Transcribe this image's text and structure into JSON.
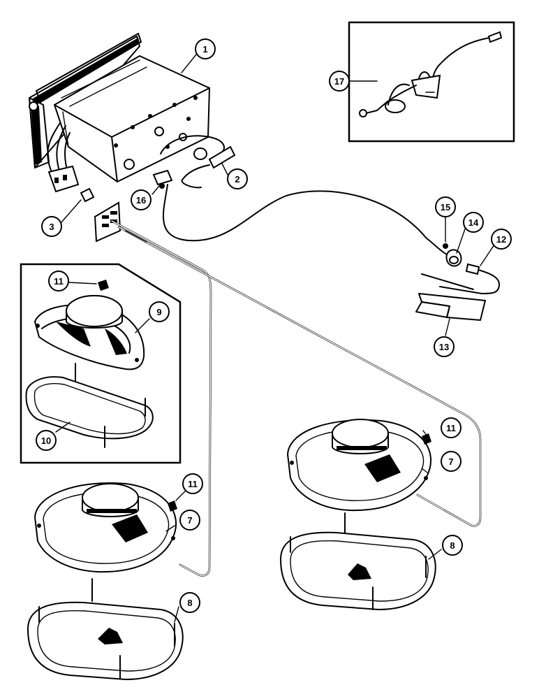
{
  "callouts": [
    {
      "id": "callout-1",
      "label": "1"
    },
    {
      "id": "callout-2",
      "label": "2"
    },
    {
      "id": "callout-3",
      "label": "3"
    },
    {
      "id": "callout-7a",
      "label": "7"
    },
    {
      "id": "callout-7b",
      "label": "7"
    },
    {
      "id": "callout-8a",
      "label": "8"
    },
    {
      "id": "callout-8b",
      "label": "8"
    },
    {
      "id": "callout-9",
      "label": "9"
    },
    {
      "id": "callout-10",
      "label": "10"
    },
    {
      "id": "callout-11a",
      "label": "11"
    },
    {
      "id": "callout-11b",
      "label": "11"
    },
    {
      "id": "callout-11c",
      "label": "11"
    },
    {
      "id": "callout-12",
      "label": "12"
    },
    {
      "id": "callout-13",
      "label": "13"
    },
    {
      "id": "callout-14",
      "label": "14"
    },
    {
      "id": "callout-15",
      "label": "15"
    },
    {
      "id": "callout-16",
      "label": "16"
    },
    {
      "id": "callout-17",
      "label": "17"
    }
  ],
  "colors": {
    "line": "#000000",
    "background": "#ffffff"
  }
}
